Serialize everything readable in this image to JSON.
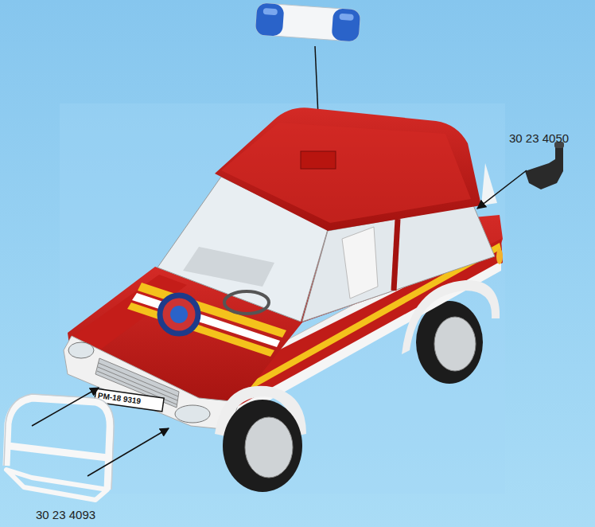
{
  "diagram": {
    "labels": [
      "30 23 4050",
      "PM-18 9319",
      "30 23 4093"
    ]
  }
}
